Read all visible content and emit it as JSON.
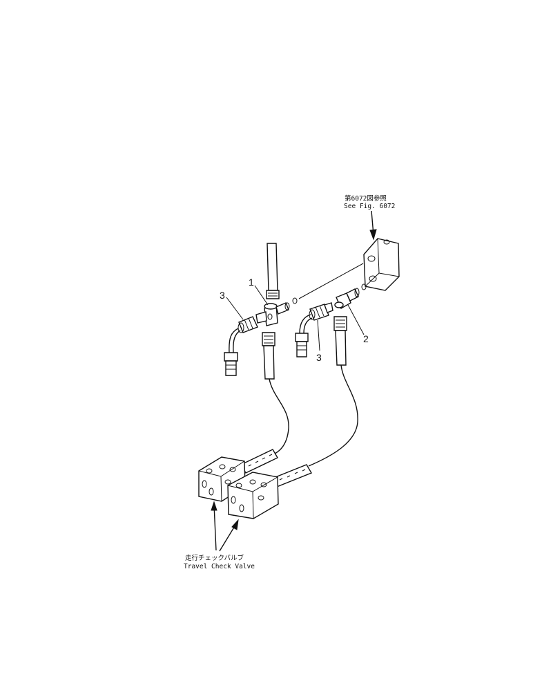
{
  "callouts": {
    "part1": "1",
    "part2": "2",
    "part3_left": "3",
    "part3_right": "3"
  },
  "notes": {
    "see_fig_jp": "第6072図参照",
    "see_fig_en": "See Fig. 6072",
    "travel_check_valve_jp": "走行チェックバルブ",
    "travel_check_valve_en": "Travel Check Valve"
  }
}
